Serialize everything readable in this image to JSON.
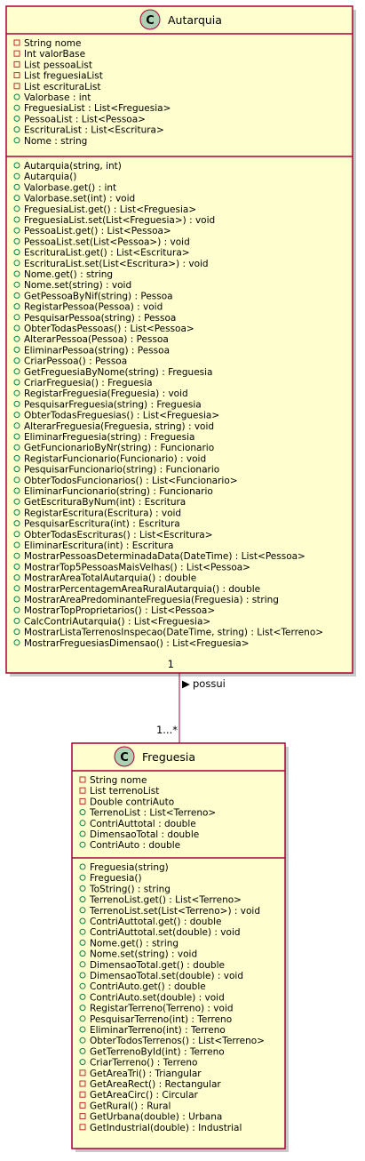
{
  "classes": [
    {
      "id": "autarquia",
      "name": "Autarquia",
      "stereotype": "C",
      "attributes": [
        {
          "v": "private",
          "t": "String nome"
        },
        {
          "v": "private",
          "t": "Int valorBase"
        },
        {
          "v": "private",
          "t": "List pessoaList"
        },
        {
          "v": "private",
          "t": "List freguesiaList"
        },
        {
          "v": "private",
          "t": "List escrituraList"
        },
        {
          "v": "public",
          "t": "Valorbase : int"
        },
        {
          "v": "public",
          "t": "FreguesiaList : List<Freguesia>"
        },
        {
          "v": "public",
          "t": "PessoaList : List<Pessoa>"
        },
        {
          "v": "public",
          "t": "EscrituraList : List<Escritura>"
        },
        {
          "v": "public",
          "t": "Nome : string"
        }
      ],
      "methods": [
        {
          "v": "public",
          "t": "Autarquia(string, int)"
        },
        {
          "v": "public",
          "t": "Autarquia()"
        },
        {
          "v": "public",
          "t": "Valorbase.get() : int"
        },
        {
          "v": "public",
          "t": "Valorbase.set(int) : void"
        },
        {
          "v": "public",
          "t": "FreguesiaList.get() : List<Freguesia>"
        },
        {
          "v": "public",
          "t": "FreguesiaList.set(List<Freguesia>) : void"
        },
        {
          "v": "public",
          "t": "PessoaList.get() : List<Pessoa>"
        },
        {
          "v": "public",
          "t": "PessoaList.set(List<Pessoa>) : void"
        },
        {
          "v": "public",
          "t": "EscrituraList.get() : List<Escritura>"
        },
        {
          "v": "public",
          "t": "EscrituraList.set(List<Escritura>) : void"
        },
        {
          "v": "public",
          "t": "Nome.get() : string"
        },
        {
          "v": "public",
          "t": "Nome.set(string) : void"
        },
        {
          "v": "public",
          "t": "GetPessoaByNif(string) : Pessoa"
        },
        {
          "v": "public",
          "t": "RegistarPessoa(Pessoa) : void"
        },
        {
          "v": "public",
          "t": "PesquisarPessoa(string) : Pessoa"
        },
        {
          "v": "public",
          "t": "ObterTodasPessoas() : List<Pessoa>"
        },
        {
          "v": "public",
          "t": "AlterarPessoa(Pessoa) : Pessoa"
        },
        {
          "v": "public",
          "t": "EliminarPessoa(string) : Pessoa"
        },
        {
          "v": "public",
          "t": "CriarPessoa() : Pessoa"
        },
        {
          "v": "public",
          "t": "GetFreguesiaByNome(string) : Freguesia"
        },
        {
          "v": "public",
          "t": "CriarFreguesia() : Freguesia"
        },
        {
          "v": "public",
          "t": "RegistarFreguesia(Freguesia) : void"
        },
        {
          "v": "public",
          "t": "PesquisarFreguesia(string) : Freguesia"
        },
        {
          "v": "public",
          "t": "ObterTodasFreguesias() : List<Freguesia>"
        },
        {
          "v": "public",
          "t": "AlterarFreguesia(Freguesia, string) : void"
        },
        {
          "v": "public",
          "t": "EliminarFreguesia(string) : Freguesia"
        },
        {
          "v": "public",
          "t": "GetFuncionarioByNr(string) : Funcionario"
        },
        {
          "v": "public",
          "t": "RegistarFuncionario(Funcionario) : void"
        },
        {
          "v": "public",
          "t": "PesquisarFuncionario(string) : Funcionario"
        },
        {
          "v": "public",
          "t": "ObterTodosFuncionarios() : List<Funcionario>"
        },
        {
          "v": "public",
          "t": "EliminarFuncionario(string) : Funcionario"
        },
        {
          "v": "public",
          "t": "GetEscrituraByNum(int) : Escritura"
        },
        {
          "v": "public",
          "t": "RegistarEscritura(Escritura) : void"
        },
        {
          "v": "public",
          "t": "PesquisarEscritura(int) : Escritura"
        },
        {
          "v": "public",
          "t": "ObterTodasEscrituras() : List<Escritura>"
        },
        {
          "v": "public",
          "t": "EliminarEscritura(int) : Escritura"
        },
        {
          "v": "public",
          "t": "MostrarPessoasDeterminadaData(DateTime) : List<Pessoa>"
        },
        {
          "v": "public",
          "t": "MostrarTop5PessoasMaisVelhas() : List<Pessoa>"
        },
        {
          "v": "public",
          "t": "MostrarAreaTotalAutarquia() : double"
        },
        {
          "v": "public",
          "t": "MostrarPercentagemAreaRuralAutarquia() : double"
        },
        {
          "v": "public",
          "t": "MostrarAreaPredominanteFreguesia(Freguesia) : string"
        },
        {
          "v": "public",
          "t": "MostrarTopProprietarios() : List<Pessoa>"
        },
        {
          "v": "public",
          "t": "CalcContriAutarquia() : List<Freguesia>"
        },
        {
          "v": "public",
          "t": "MostrarListaTerrenosInspecao(DateTime, string) : List<Terreno>"
        },
        {
          "v": "public",
          "t": "MostrarFreguesiasDimensao() : List<Freguesia>"
        }
      ]
    },
    {
      "id": "freguesia",
      "name": "Freguesia",
      "stereotype": "C",
      "attributes": [
        {
          "v": "private",
          "t": "String nome"
        },
        {
          "v": "private",
          "t": "List terrenoList"
        },
        {
          "v": "private",
          "t": "Double contriAuto"
        },
        {
          "v": "public",
          "t": "TerrenoList : List<Terreno>"
        },
        {
          "v": "public",
          "t": "ContriAuttotal : double"
        },
        {
          "v": "public",
          "t": "DimensaoTotal : double"
        },
        {
          "v": "public",
          "t": "ContriAuto : double"
        }
      ],
      "methods": [
        {
          "v": "public",
          "t": "Freguesia(string)"
        },
        {
          "v": "public",
          "t": "Freguesia()"
        },
        {
          "v": "public",
          "t": "ToString() : string"
        },
        {
          "v": "public",
          "t": "TerrenoList.get() : List<Terreno>"
        },
        {
          "v": "public",
          "t": "TerrenoList.set(List<Terreno>) : void"
        },
        {
          "v": "public",
          "t": "ContriAuttotal.get() : double"
        },
        {
          "v": "public",
          "t": "ContriAuttotal.set(double) : void"
        },
        {
          "v": "public",
          "t": "Nome.get() : string"
        },
        {
          "v": "public",
          "t": "Nome.set(string) : void"
        },
        {
          "v": "public",
          "t": "DimensaoTotal.get() : double"
        },
        {
          "v": "public",
          "t": "DimensaoTotal.set(double) : void"
        },
        {
          "v": "public",
          "t": "ContriAuto.get() : double"
        },
        {
          "v": "public",
          "t": "ContriAuto.set(double) : void"
        },
        {
          "v": "public",
          "t": "RegistarTerreno(Terreno) : void"
        },
        {
          "v": "public",
          "t": "PesquisarTerreno(int) : Terreno"
        },
        {
          "v": "public",
          "t": "EliminarTerreno(int) : Terreno"
        },
        {
          "v": "public",
          "t": "ObterTodosTerrenos() : List<Terreno>"
        },
        {
          "v": "public",
          "t": "GetTerrenoById(int) : Terreno"
        },
        {
          "v": "public",
          "t": "CriarTerreno() : Terreno"
        },
        {
          "v": "private",
          "t": "GetAreaTri() : Triangular"
        },
        {
          "v": "private",
          "t": "GetAreaRect() : Rectangular"
        },
        {
          "v": "private",
          "t": "GetAreaCirc() : Circular"
        },
        {
          "v": "private",
          "t": "GetRural() : Rural"
        },
        {
          "v": "private",
          "t": "GetUrbana(double) : Urbana"
        },
        {
          "v": "private",
          "t": "GetIndustrial(double) : Industrial"
        }
      ]
    }
  ],
  "association": {
    "label": "possui",
    "direction_glyph": "▶",
    "source_multiplicity": "1",
    "target_multiplicity": "1...*"
  },
  "colors": {
    "box_fill": "#fefece",
    "box_border": "#a80036",
    "stereotype_circle": "#add1b2",
    "private_marker": "#c82930",
    "public_marker": "#038048"
  }
}
